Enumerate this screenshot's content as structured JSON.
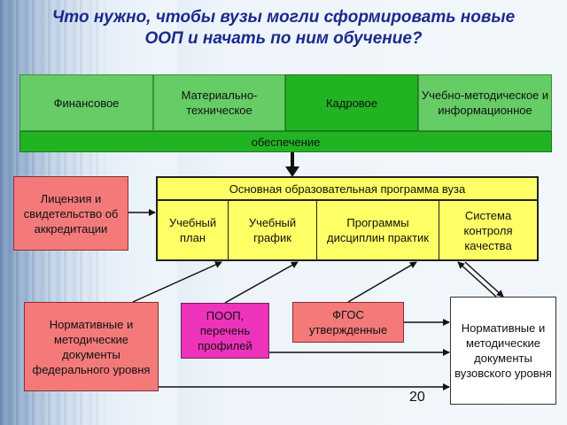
{
  "title": "Что нужно, чтобы вузы могли сформировать новые  ООП и начать по ним обучение?",
  "support": {
    "items": [
      "Финансовое",
      "Материально-техническое",
      "Кадровое",
      "Учебно-методическое и информационное"
    ],
    "footer": "обеспечение"
  },
  "license": "Лицензия и свидетельство об аккредитации",
  "program": {
    "header": "Основная образовательная программа вуза",
    "parts": [
      "Учебный план",
      "Учебный график",
      "Программы дисциплин практик",
      "Система контроля качества"
    ]
  },
  "sources": {
    "federal": "Нормативные и методические документы федерального уровня",
    "poop": "ПООП, перечень профилей",
    "fgos": "ФГОС утвержденные",
    "university": "Нормативные и методические документы вузовского уровня"
  },
  "page_number": "20",
  "colors": {
    "title": "#1b2a8c",
    "support_light": "#66cc66",
    "support_dark": "#22b322",
    "program": "#ffff66",
    "license": "#f47a7a",
    "poop": "#ee33bb"
  }
}
